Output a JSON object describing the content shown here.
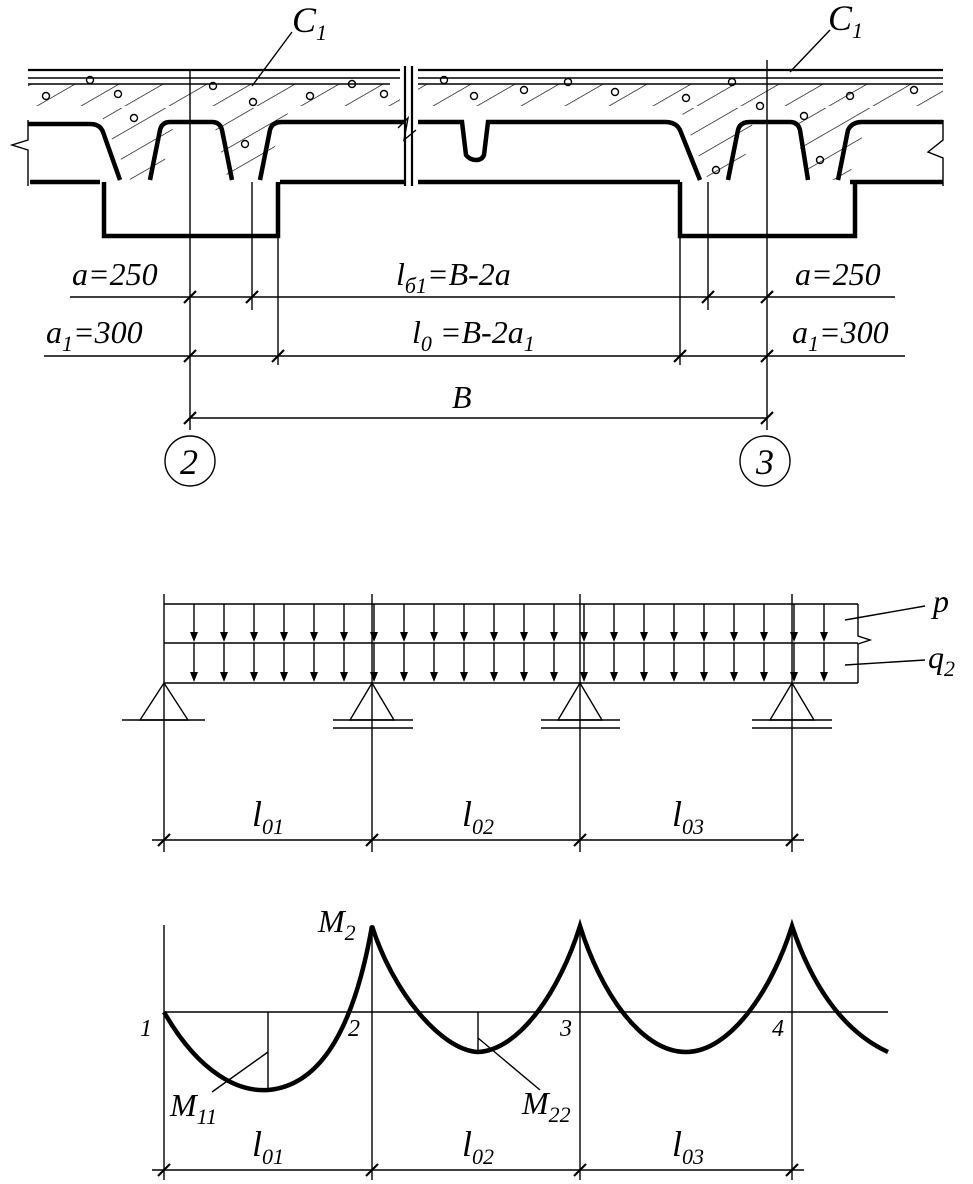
{
  "section": {
    "slab_label_left": {
      "main": "C",
      "sub": "1"
    },
    "slab_label_right": {
      "main": "C",
      "sub": "1"
    },
    "dim_a_left": "a=250",
    "dim_a_right": "a=250",
    "dim_a1_left": {
      "main": "a",
      "sub": "1",
      "tail": "=300"
    },
    "dim_a1_right": {
      "main": "a",
      "sub": "1",
      "tail": "=300"
    },
    "dim_lb": {
      "main": "l",
      "sub": "б1",
      "tail": "=B-2a"
    },
    "dim_l0": {
      "main": "l",
      "sub": "0",
      "tail": " =B-2a",
      "sub2": "1"
    },
    "dim_B": "B",
    "axis_left": "2",
    "axis_right": "3"
  },
  "beam": {
    "load_p": "p",
    "load_q": {
      "main": "q",
      "sub": "2"
    },
    "spans": [
      {
        "main": "l",
        "sub": "01"
      },
      {
        "main": "l",
        "sub": "02"
      },
      {
        "main": "l",
        "sub": "03"
      }
    ]
  },
  "moment": {
    "M2": {
      "main": "M",
      "sub": "2"
    },
    "M11": {
      "main": "M",
      "sub": "11"
    },
    "M22": {
      "main": "M",
      "sub": "22"
    },
    "nodes": [
      "1",
      "2",
      "3",
      "4"
    ],
    "spans": [
      {
        "main": "l",
        "sub": "01"
      },
      {
        "main": "l",
        "sub": "02"
      },
      {
        "main": "l",
        "sub": "03"
      }
    ]
  }
}
